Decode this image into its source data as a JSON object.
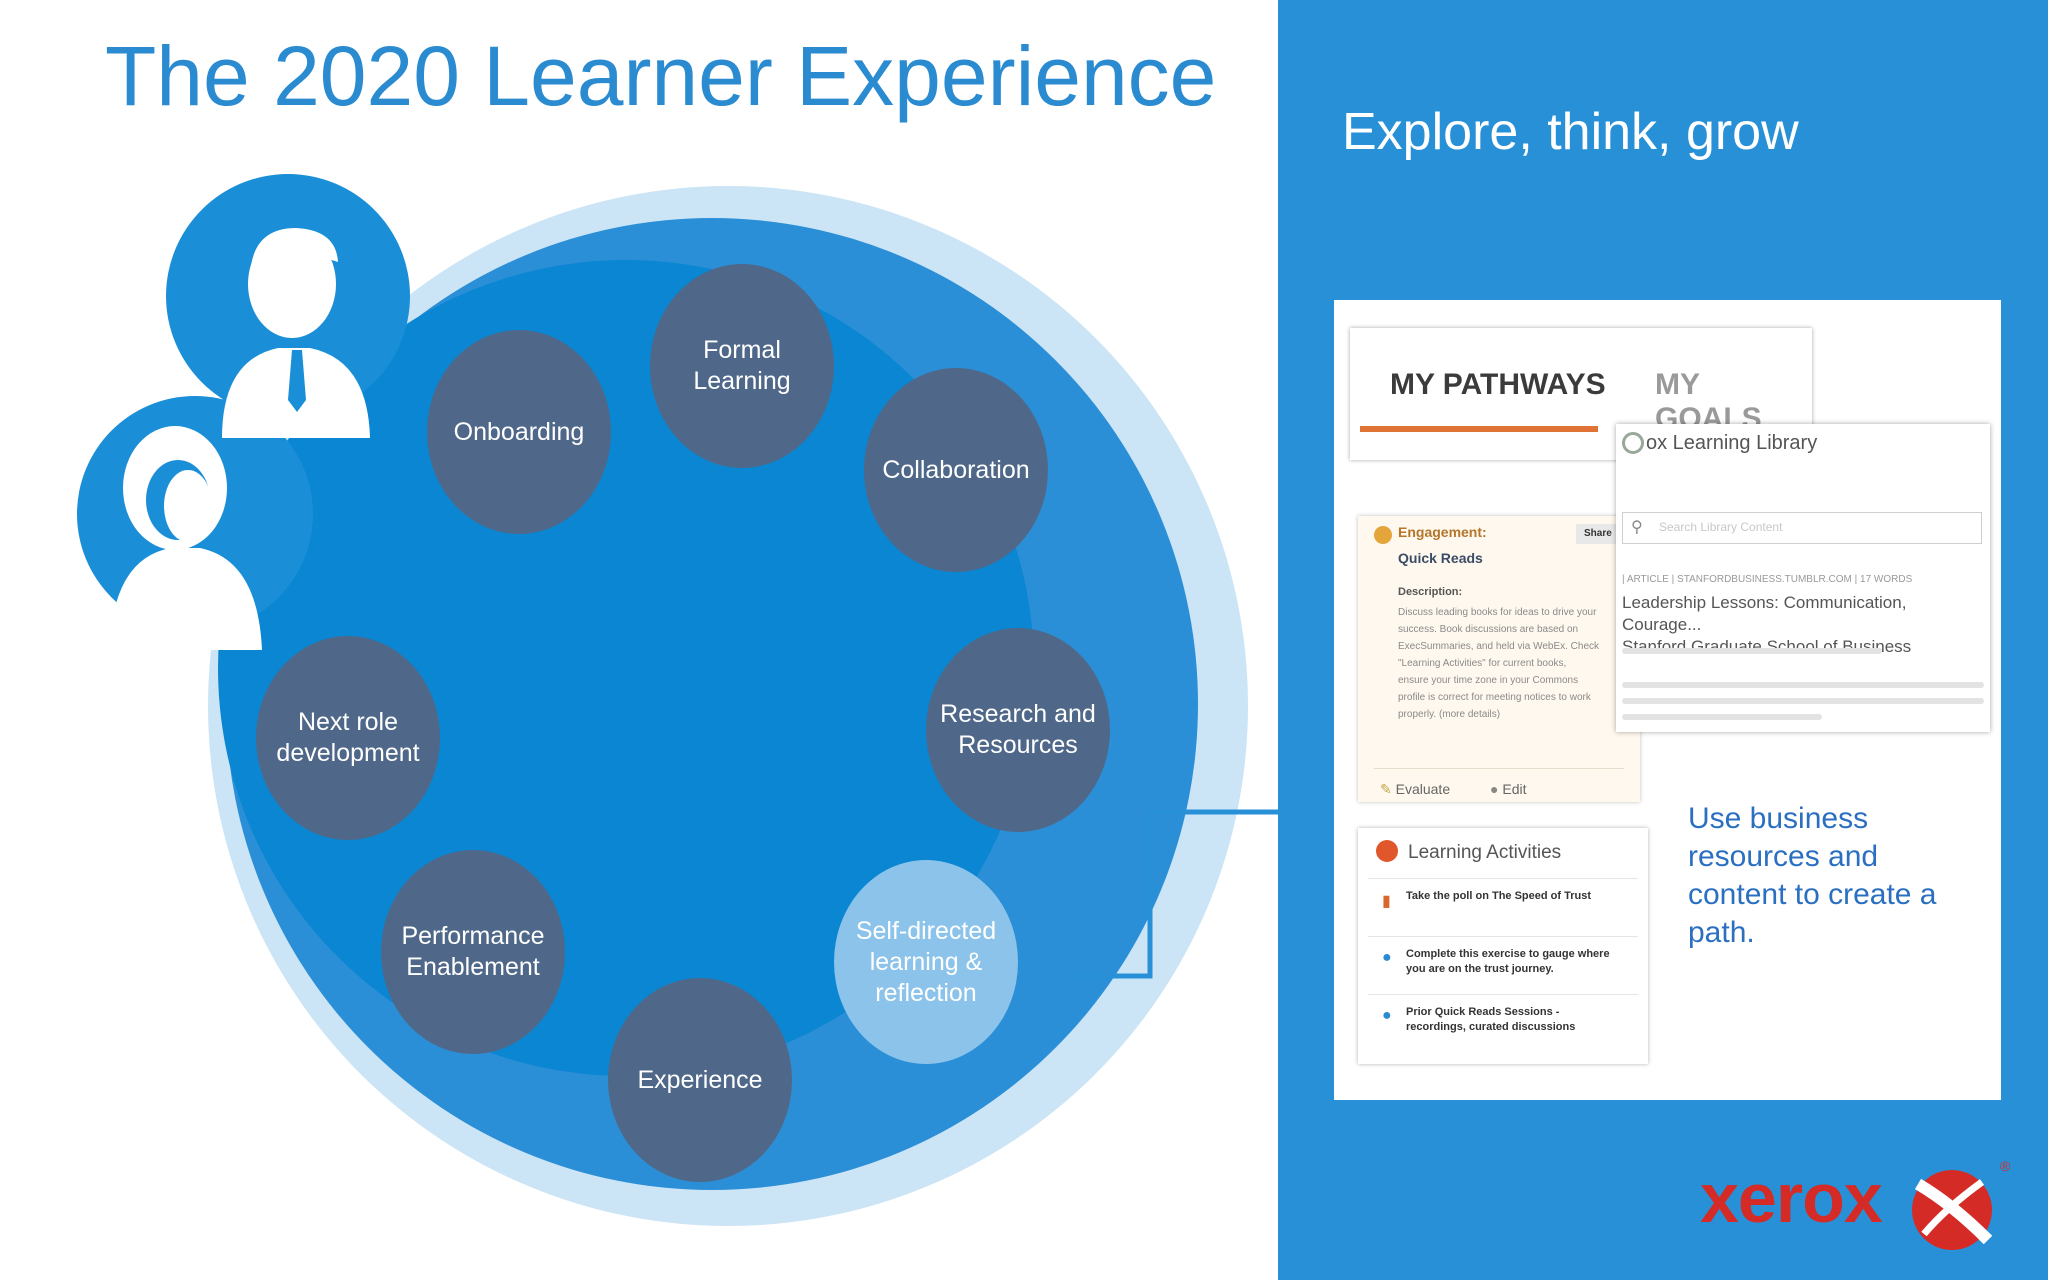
{
  "title": "The 2020 Learner Experience",
  "panel": {
    "heading": "Explore, think, grow",
    "caption": "Use business\nresources and\ncontent to create a\npath."
  },
  "cycle_nodes": [
    {
      "label": "Formal\nLearning"
    },
    {
      "label": "Collaboration"
    },
    {
      "label": "Research and\nResources"
    },
    {
      "label": "Self-directed\nlearning &\nreflection"
    },
    {
      "label": "Experience"
    },
    {
      "label": "Performance\nEnablement"
    },
    {
      "label": "Next role\ndevelopment"
    },
    {
      "label": "Onboarding"
    }
  ],
  "screenshot": {
    "tabs": [
      "MY PATHWAYS",
      "MY GOALS"
    ],
    "library": {
      "title": "ox Learning Library",
      "search_placeholder": "Search Library Content",
      "meta": "| ARTICLE | STANFORDBUSINESS.TUMBLR.COM | 17 WORDS",
      "headline": "Leadership Lessons: Communication, Courage...\nStanford Graduate School of Business"
    },
    "engagement": {
      "label": "Engagement:",
      "subtitle": "Quick Reads",
      "share": "Share",
      "description_label": "Description:",
      "description": "Discuss leading books for ideas to drive your\nsuccess. Book discussions are based on\nExecSummaries, and held via WebEx. Check\n\"Learning Activities\" for current books,\nensure your time zone in your Commons\nprofile is correct for meeting notices to work\nproperly. (more details)",
      "actions": [
        "Evaluate",
        "Edit"
      ]
    },
    "activities": {
      "title": "Learning Activities",
      "items": [
        "Take the poll on The Speed of Trust",
        "Complete this exercise to gauge where\nyou are on the trust journey.",
        "Prior Quick Reads Sessions -\nrecordings, curated discussions"
      ]
    }
  },
  "logo": {
    "wordmark": "xerox",
    "registered": "®"
  },
  "colors": {
    "accent_blue": "#2890d6",
    "title_blue": "#2a8bd0",
    "node_gray_blue": "#4f6889",
    "node_highlight": "#8cc3ea",
    "logo_red": "#d52b27",
    "tab_underline": "#e07436"
  },
  "icons": [
    "male-person-icon",
    "female-person-icon",
    "search-icon",
    "xerox-ball-icon"
  ]
}
